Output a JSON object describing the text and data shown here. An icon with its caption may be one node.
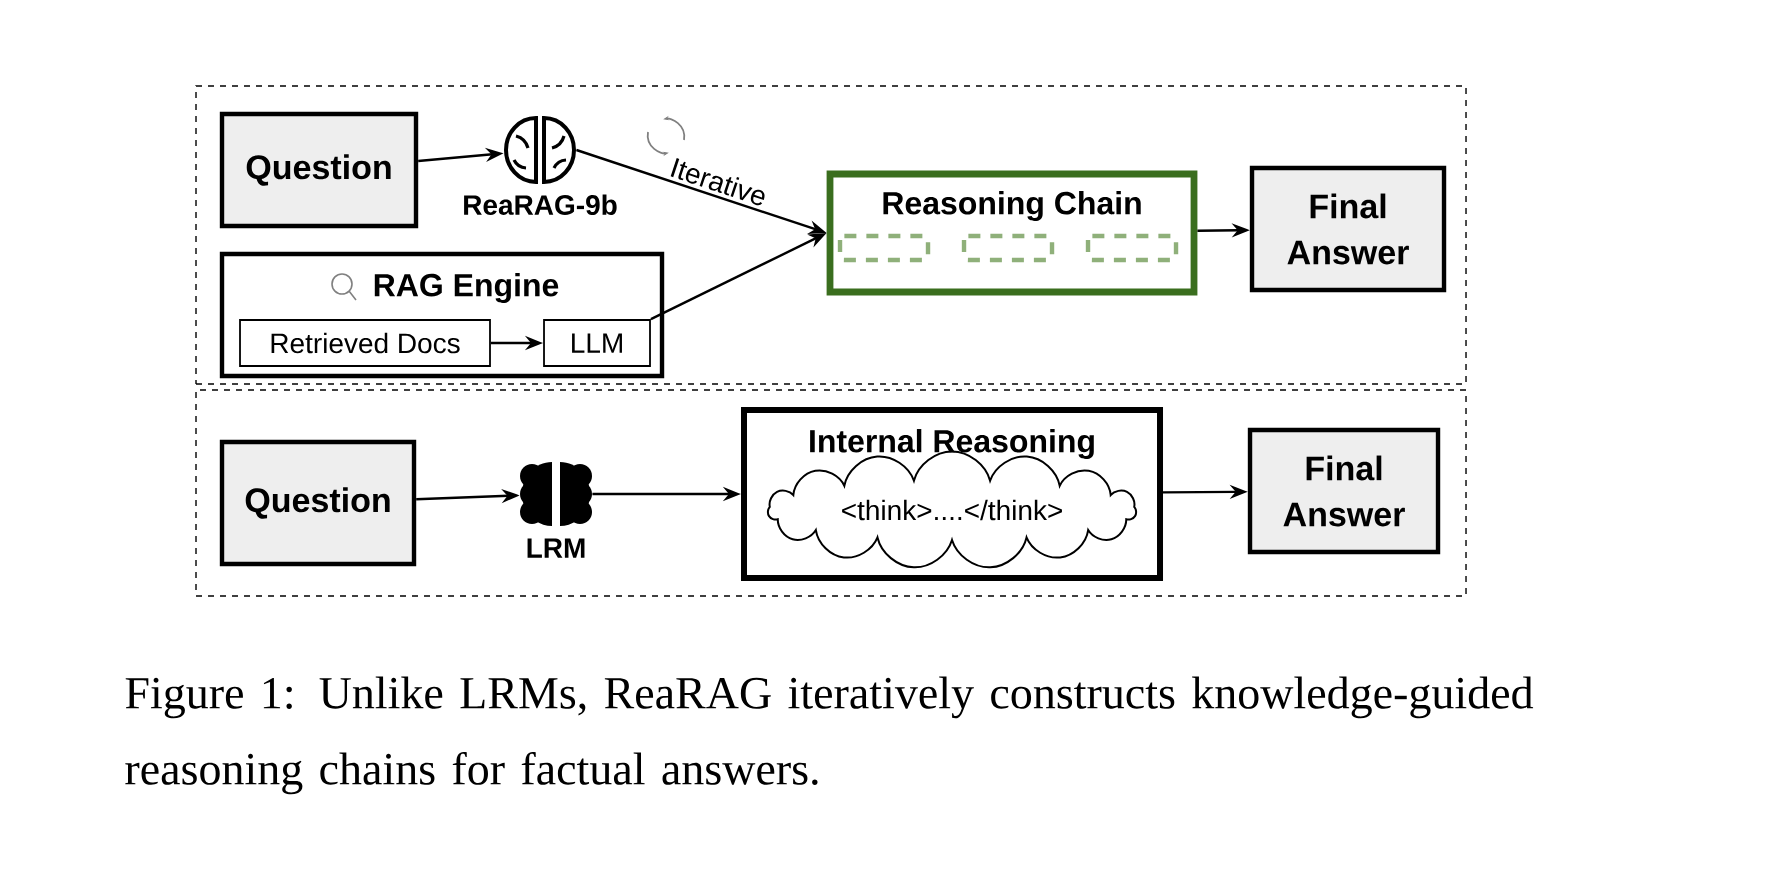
{
  "diagram": {
    "caption": "Figure 1: Unlike LRMs, ReaRAG iteratively constructs knowledge-guided reasoning chains for factual answers.",
    "nodes": [
      {
        "text": [],
        "shape": "box"
      },
      {
        "text": [
          "Question"
        ],
        "in": 0
      },
      {
        "text": [],
        "shape": "picture",
        "beside": [
          "ReaRAG-9b"
        ],
        "in": 0
      },
      {
        "text": [
          "RAG Engine"
        ],
        "in": 0
      },
      {
        "text": [
          "Retrieved Docs"
        ],
        "in": 3
      },
      {
        "text": [
          "LLM"
        ],
        "in": 3
      },
      {
        "text": [
          "Reasoning Chain"
        ],
        "in": 0
      },
      {
        "text": [
          "Final Answer"
        ],
        "in": 0
      },
      {
        "text": [],
        "shape": "box"
      },
      {
        "text": [
          "Question"
        ],
        "in": 8
      },
      {
        "text": [],
        "shape": "picture",
        "beside": [
          "LRM"
        ],
        "in": 8
      },
      {
        "text": [
          "Internal Reasoning"
        ],
        "in": 8
      },
      {
        "text": [
          "<think>....</think>"
        ],
        "in": 11
      },
      {
        "text": [
          "Final Answer"
        ],
        "in": 8
      }
    ],
    "edges": [
      {
        "from": 1,
        "to": 2,
        "arrow": "to"
      },
      {
        "from": 2,
        "to": 6,
        "arrow": "to",
        "label": "Iterative"
      },
      {
        "from": 4,
        "to": 5,
        "arrow": "to"
      },
      {
        "from": 5,
        "to": 6,
        "arrow": "to"
      },
      {
        "from": 6,
        "to": 7,
        "arrow": "to"
      },
      {
        "from": 9,
        "to": 10,
        "arrow": "to"
      },
      {
        "from": 10,
        "to": 11,
        "arrow": "to"
      },
      {
        "from": 11,
        "to": 13,
        "arrow": "to"
      }
    ]
  }
}
